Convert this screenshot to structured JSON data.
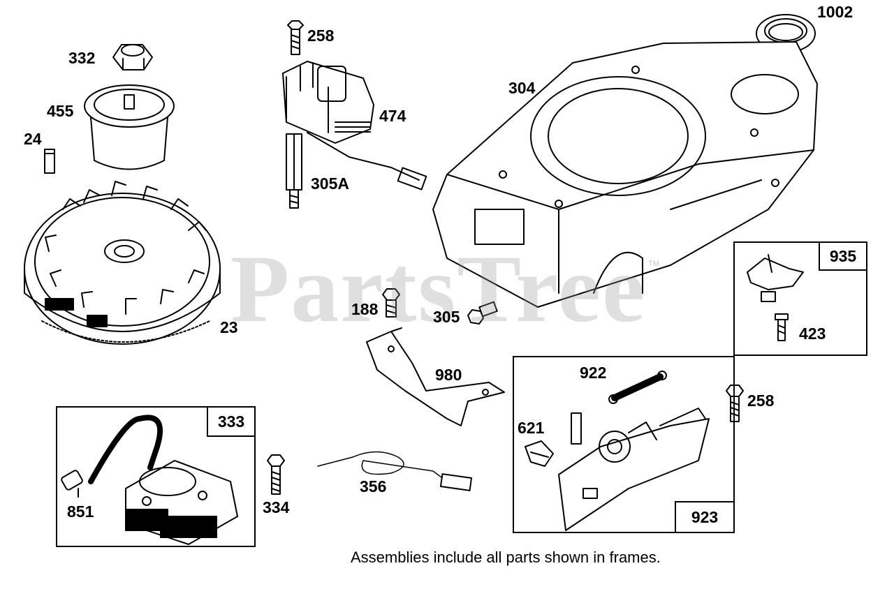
{
  "watermark": {
    "text": "PartsTree",
    "tm": "TM"
  },
  "labels": {
    "p1002": "1002",
    "p332": "332",
    "p258a": "258",
    "p455": "455",
    "p474": "474",
    "p304": "304",
    "p24": "24",
    "p305A": "305A",
    "p188": "188",
    "p305": "305",
    "p23": "23",
    "p423": "423",
    "p980": "980",
    "p922": "922",
    "p258b": "258",
    "p621": "621",
    "p851": "851",
    "p334": "334",
    "p356": "356"
  },
  "frames": {
    "f935": "935",
    "f333": "333",
    "f923": "923"
  },
  "note": "Assemblies include all parts shown in frames."
}
